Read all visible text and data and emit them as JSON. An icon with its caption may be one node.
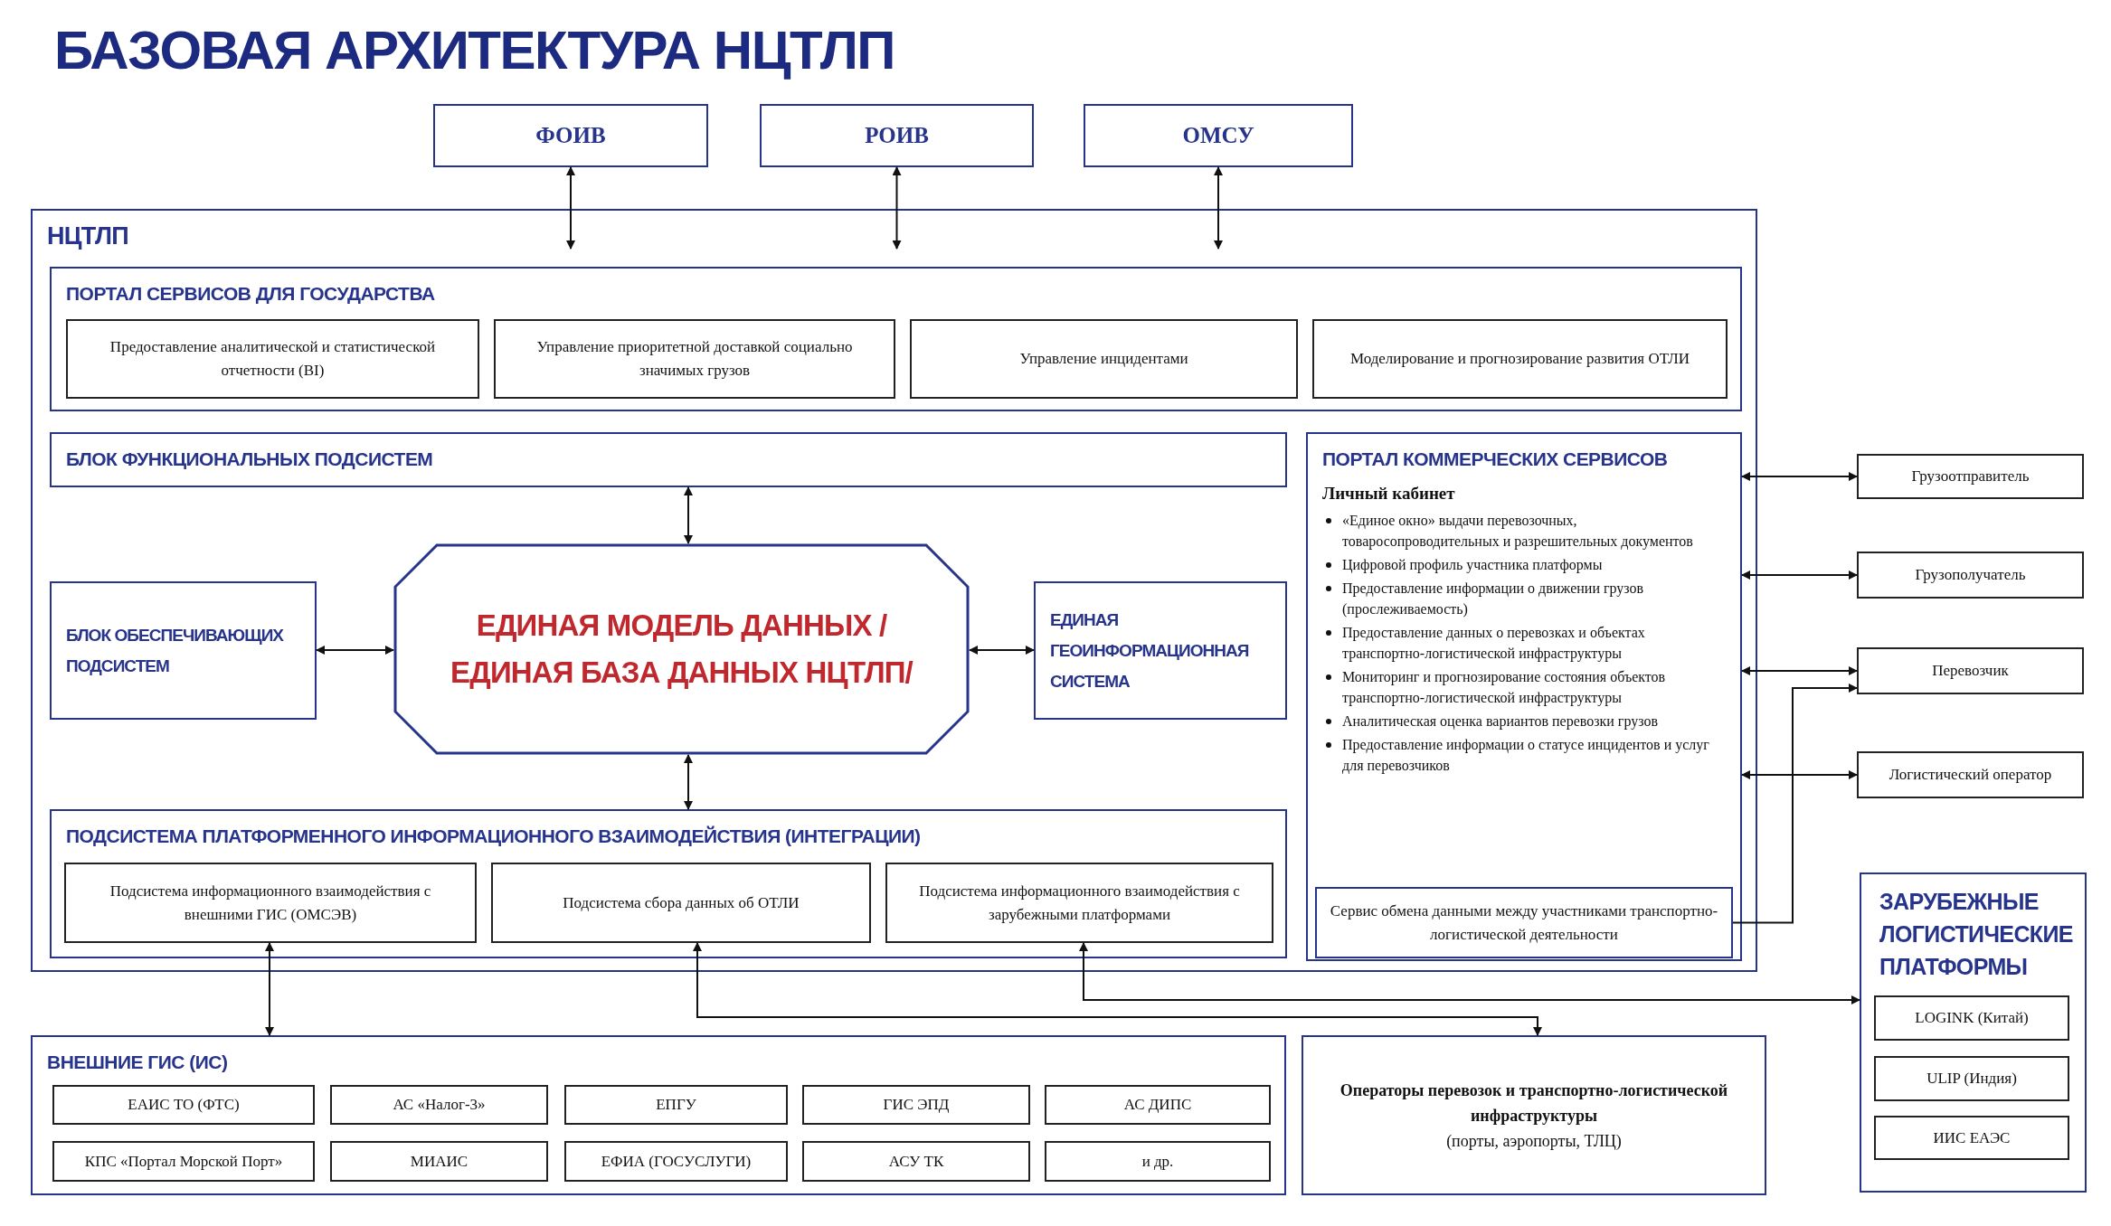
{
  "diagram": {
    "title": "БАЗОВАЯ АРХИТЕКТУРА НЦТЛП",
    "nodes": [
      {
        "text": [
          "ФОИВ"
        ]
      },
      {
        "text": [
          "РОИВ"
        ]
      },
      {
        "text": [
          "ОМСУ"
        ]
      },
      {
        "text": [
          "НЦТЛП"
        ]
      },
      {
        "text": [
          "ПОРТАЛ СЕРВИСОВ ДЛЯ ГОСУДАРСТВА"
        ],
        "in": 3
      },
      {
        "text": [
          "Предоставление аналитической и статистической отчетности (BI)"
        ],
        "in": 4
      },
      {
        "text": [
          "Управление приоритетной доставкой социально значимых грузов"
        ],
        "in": 4
      },
      {
        "text": [
          "Управление инцидентами"
        ],
        "in": 4
      },
      {
        "text": [
          "Моделирование и прогнозирование развития ОТЛИ"
        ],
        "in": 4
      },
      {
        "text": [
          "БЛОК ФУНКЦИОНАЛЬНЫХ ПОДСИСТЕМ"
        ],
        "in": 3
      },
      {
        "text": [
          "ПОРТАЛ КОММЕРЧЕСКИХ СЕРВИСОВ",
          "Личный кабинет",
          "«Единое окно» выдачи перевозочных, товаросопроводительных и разрешительных документов",
          "Цифровой профиль участника платформы",
          "Предоставление информации о движении грузов (прослеживаемость)",
          "Предоставление данных о перевозках и объектах транспортно-логистической инфраструктуры",
          "Мониторинг и прогнозирование состояния объектов транспортно-логистической инфраструктуры",
          "Аналитическая оценка вариантов перевозки грузов",
          "Предоставление информации о статусе инцидентов и услуг для перевозчиков"
        ],
        "in": 3
      },
      {
        "text": [
          "Сервис обмена данными между участниками транспортно-логистической деятельности"
        ],
        "in": 10
      },
      {
        "text": [
          "БЛОК ОБЕСПЕЧИВАЮЩИХ ПОДСИСТЕМ"
        ],
        "in": 3
      },
      {
        "text": [
          "ЕДИНАЯ МОДЕЛЬ ДАННЫХ /ЕДИНАЯ БАЗА ДАННЫХ НЦТЛП/"
        ],
        "in": 3
      },
      {
        "text": [
          "ЕДИНАЯ ГЕОИНФОРМАЦИОННАЯ СИСТЕМА"
        ],
        "in": 3
      },
      {
        "text": [
          "ПОДСИСТЕМА ПЛАТФОРМЕННОГО ИНФОРМАЦИОННОГО ВЗАИМОДЕЙСТВИЯ (ИНТЕГРАЦИИ)"
        ],
        "in": 3
      },
      {
        "text": [
          "Подсистема информационного взаимодействия с внешними ГИС (ОМСЭВ)"
        ],
        "in": 15
      },
      {
        "text": [
          "Подсистема сбора данных об ОТЛИ"
        ],
        "in": 15
      },
      {
        "text": [
          "Подсистема информационного взаимодействия с зарубежными платформами"
        ],
        "in": 15
      },
      {
        "text": [
          "Грузоотправитель"
        ]
      },
      {
        "text": [
          "Грузополучатель"
        ]
      },
      {
        "text": [
          "Перевозчик"
        ]
      },
      {
        "text": [
          "Логистический оператор"
        ]
      },
      {
        "text": [
          "ЗАРУБЕЖНЫЕ ЛОГИСТИЧЕСКИЕ ПЛАТФОРМЫ"
        ]
      },
      {
        "text": [
          "LOGINK (Китай)"
        ],
        "in": 23
      },
      {
        "text": [
          "ULIP (Индия)"
        ],
        "in": 23
      },
      {
        "text": [
          "ИИС ЕАЭС"
        ],
        "in": 23
      },
      {
        "text": [
          "ВНЕШНИЕ ГИС (ИС)"
        ]
      },
      {
        "text": [
          "ЕАИС ТО (ФТС)"
        ],
        "in": 27
      },
      {
        "text": [
          "АС «Налог-3»"
        ],
        "in": 27
      },
      {
        "text": [
          "ЕПГУ"
        ],
        "in": 27
      },
      {
        "text": [
          "ГИС ЭПД"
        ],
        "in": 27
      },
      {
        "text": [
          "АС ДИПС"
        ],
        "in": 27
      },
      {
        "text": [
          "КПС «Портал Морской Порт»"
        ],
        "in": 27
      },
      {
        "text": [
          "МИАИС"
        ],
        "in": 27
      },
      {
        "text": [
          "ЕФИА (ГОСУСЛУГИ)"
        ],
        "in": 27
      },
      {
        "text": [
          "АСУ ТК"
        ],
        "in": 27
      },
      {
        "text": [
          "и др."
        ],
        "in": 27
      },
      {
        "text": [
          "Операторы перевозок и транспортно-логистической инфраструктуры",
          "(порты, аэропорты, ТЛЦ)"
        ]
      }
    ],
    "edges": [
      {
        "from": 0,
        "to": 3,
        "arrow": "both"
      },
      {
        "from": 1,
        "to": 3,
        "arrow": "both"
      },
      {
        "from": 2,
        "to": 3,
        "arrow": "both"
      },
      {
        "from": 9,
        "to": 13,
        "arrow": "both"
      },
      {
        "from": 12,
        "to": 13,
        "arrow": "both"
      },
      {
        "from": 13,
        "to": 14,
        "arrow": "both"
      },
      {
        "from": 13,
        "to": 15,
        "arrow": "both"
      },
      {
        "from": 10,
        "to": 19,
        "arrow": "both"
      },
      {
        "from": 10,
        "to": 20,
        "arrow": "both"
      },
      {
        "from": 10,
        "to": 21,
        "arrow": "both"
      },
      {
        "from": 10,
        "to": 22,
        "arrow": "both"
      },
      {
        "from": 11,
        "to": 21,
        "arrow": "to"
      },
      {
        "from": 16,
        "to": 27,
        "arrow": "both"
      },
      {
        "from": 17,
        "to": 38,
        "arrow": "both"
      },
      {
        "from": 18,
        "to": 23,
        "arrow": "both"
      }
    ]
  }
}
